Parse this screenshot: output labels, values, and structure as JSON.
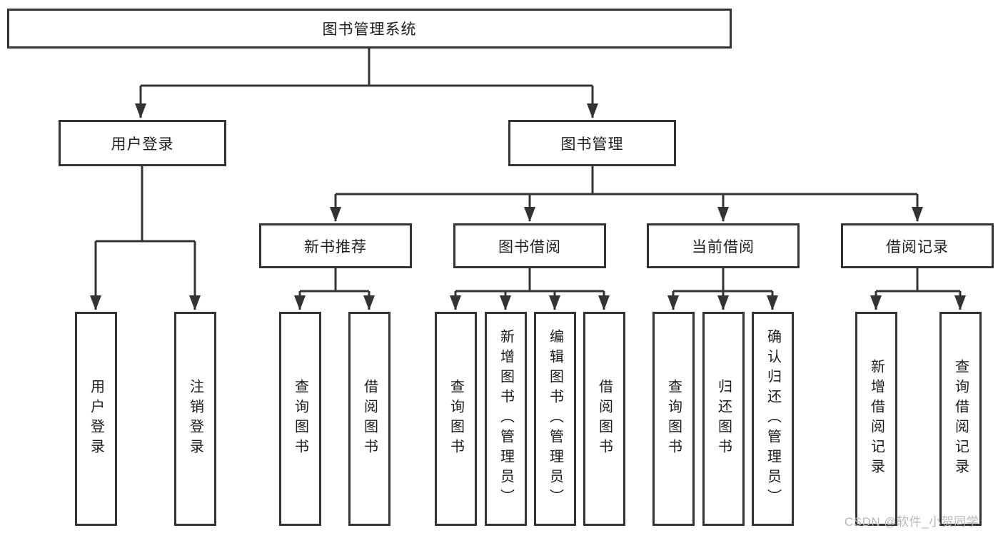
{
  "root": {
    "label": "图书管理系统"
  },
  "level2": {
    "user_login": "用户登录",
    "book_mgmt": "图书管理"
  },
  "level3": {
    "new_books": "新书推荐",
    "book_borrow": "图书借阅",
    "current_borrow": "当前借阅",
    "borrow_records": "借阅记录"
  },
  "leaves": {
    "login": [
      "用户登录",
      "注销登录"
    ],
    "new_books": [
      "查询图书",
      "借阅图书"
    ],
    "book_borrow": [
      "查询图书",
      "新增图书（管理员）",
      "编辑图书（管理员）",
      "借阅图书"
    ],
    "current_borrow": [
      "查询图书",
      "归还图书",
      "确认归还（管理员）"
    ],
    "borrow_records": [
      "新增借阅记录",
      "查询借阅记录"
    ]
  },
  "watermark": "CSDN @软件_小贺同学",
  "colors": {
    "line": "#333333",
    "box_border": "#333333",
    "text": "#1c1c1c",
    "watermark": "#b8b8b8",
    "background": "#ffffff"
  }
}
